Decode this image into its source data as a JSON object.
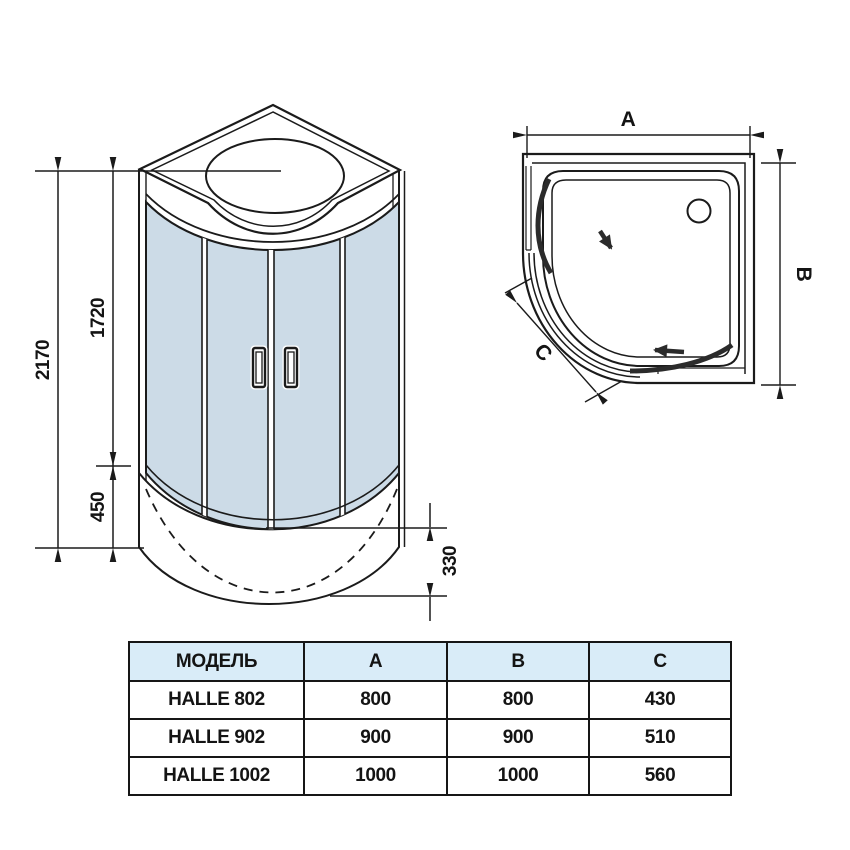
{
  "drawing": {
    "front_view": {
      "dim_total_height": "2170",
      "dim_door_height": "1720",
      "dim_tray_height": "450",
      "dim_tray_depth": "330"
    },
    "top_view": {
      "label_width": "A",
      "label_depth": "B",
      "label_entry": "C"
    }
  },
  "table": {
    "headers": [
      "МОДЕЛЬ",
      "A",
      "B",
      "C"
    ],
    "rows": [
      {
        "model": "HALLE 802",
        "a": "800",
        "b": "800",
        "c": "430"
      },
      {
        "model": "HALLE 902",
        "a": "900",
        "b": "900",
        "c": "510"
      },
      {
        "model": "HALLE 1002",
        "a": "1000",
        "b": "1000",
        "c": "560"
      }
    ]
  },
  "colors": {
    "line": "#1b1b1b",
    "glass": "#ccdbe7",
    "table_header_bg": "#d9ecf8",
    "arrow": "#2b2b2b"
  }
}
